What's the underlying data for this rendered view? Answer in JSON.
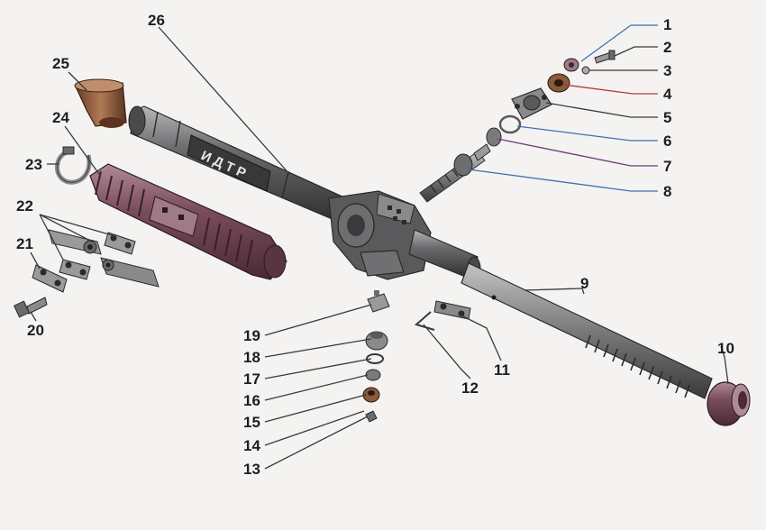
{
  "diagram": {
    "housing_marking": "ИДТР",
    "callouts": [
      "1",
      "2",
      "3",
      "4",
      "5",
      "6",
      "7",
      "8",
      "9",
      "10",
      "11",
      "12",
      "13",
      "14",
      "15",
      "16",
      "17",
      "18",
      "19",
      "20",
      "21",
      "22",
      "23",
      "24",
      "25",
      "26"
    ],
    "colors": {
      "paper": "#f4f3f1",
      "metal_dark": "#3b3b3d",
      "metal_mid": "#6e6e70",
      "metal_light": "#a9a9ab",
      "rubber": "#7a4d5a",
      "rubber_light": "#a07a86",
      "bronze": "#8a5a3a",
      "leader_blue": "#3f6fb0",
      "leader_red": "#b03a3a",
      "leader_purple": "#6a3a7a",
      "leader_dark": "#3a3a3a"
    }
  }
}
